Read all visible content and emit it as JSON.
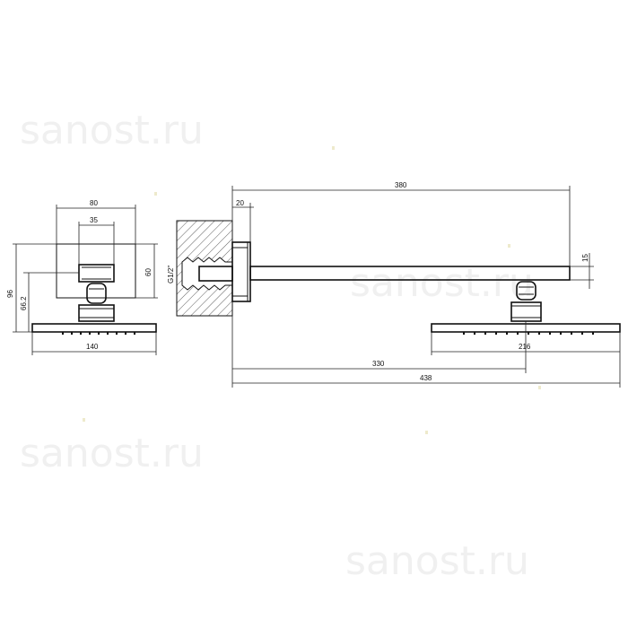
{
  "watermarks": [
    "sanost.ru",
    "sanost.ru",
    "sanost.ru",
    "sanost.ru"
  ],
  "front_view": {
    "width_top": "80",
    "inner_width": "35",
    "height_plate": "60",
    "total_height": "96",
    "head_height": "66.2",
    "head_width": "140"
  },
  "side_view": {
    "arm_length": "380",
    "wall_plate": "20",
    "thread": "G1/2\"",
    "arm_height": "15",
    "head_length": "216",
    "center_distance": "330",
    "total_length": "438"
  }
}
